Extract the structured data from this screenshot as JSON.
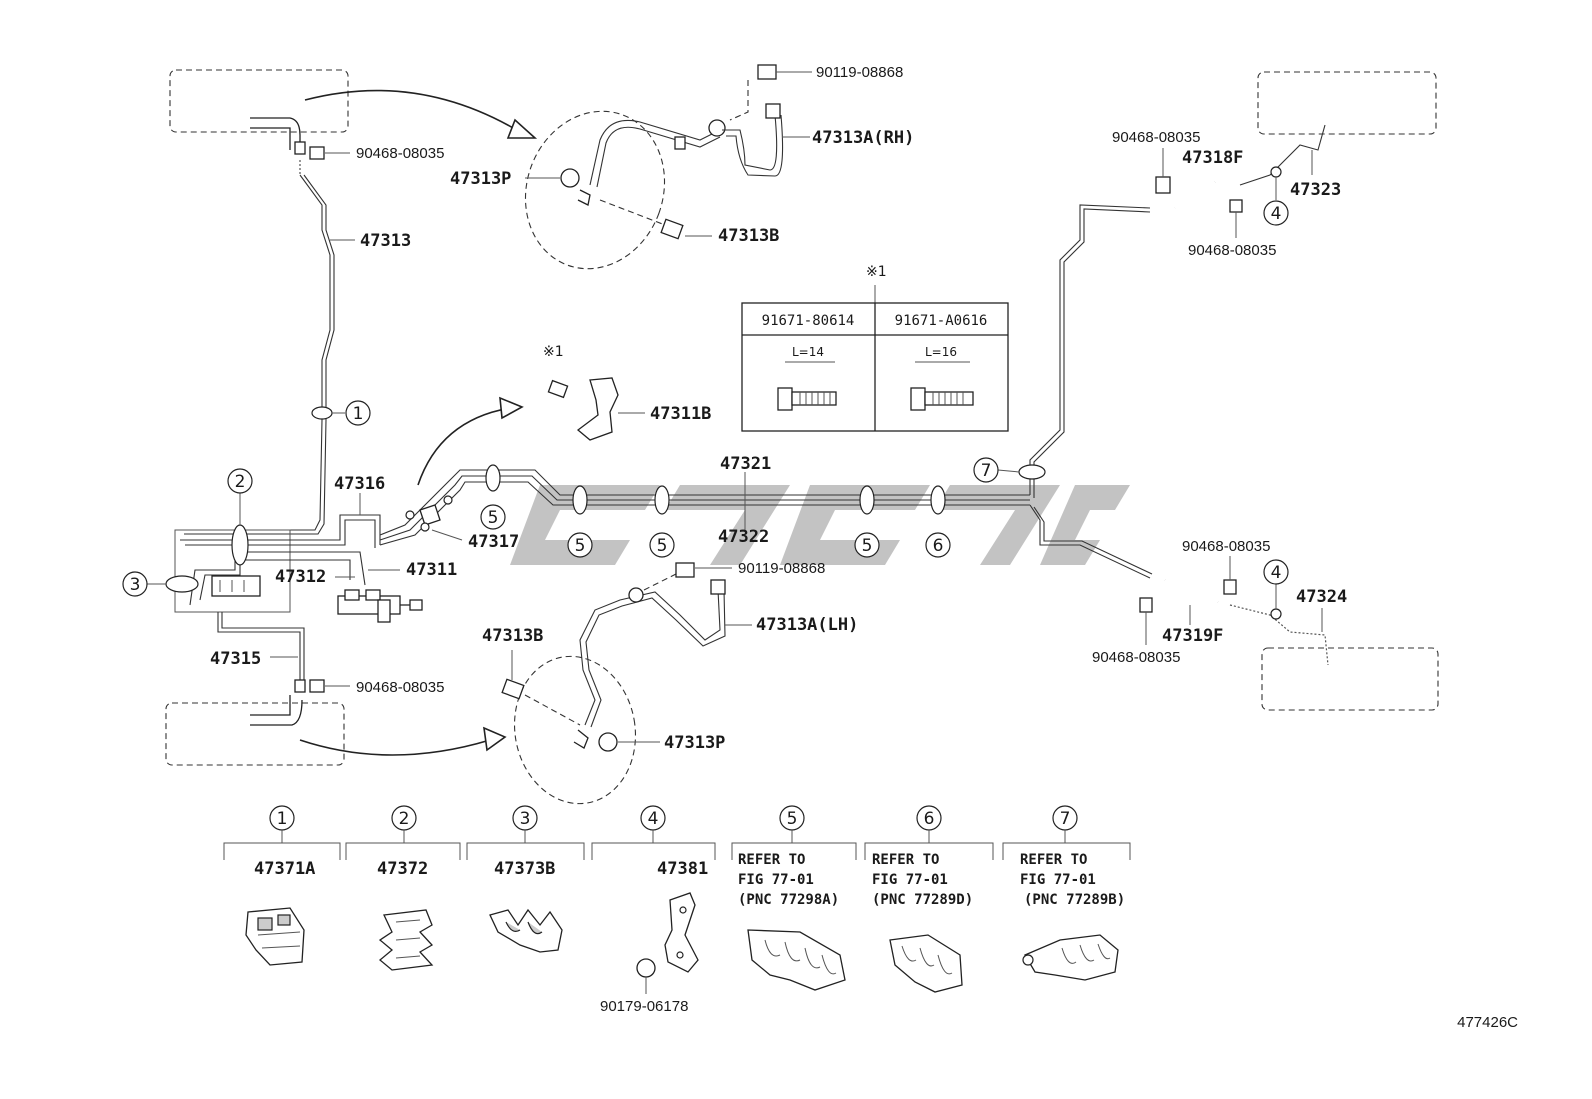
{
  "figure_code": "477426C",
  "callouts": {
    "c1": "1",
    "c2": "2",
    "c3": "3",
    "c4a": "4",
    "c4b": "4",
    "c5a": "5",
    "c5b": "5",
    "c5c": "5",
    "c5d": "5",
    "c6": "6",
    "c7": "7"
  },
  "parts": {
    "p90119_top": "90119-08868",
    "p47313A_RH": "47313A(RH)",
    "p90468_tl": "90468-08035",
    "p47313P_top": "47313P",
    "p47313B_top": "47313B",
    "p47313": "47313",
    "p90468_tr1": "90468-08035",
    "p47318F": "47318F",
    "p47323": "47323",
    "p90468_tr2": "90468-08035",
    "p47311B": "47311B",
    "p47316": "47316",
    "p47321": "47321",
    "p47317": "47317",
    "p47322": "47322",
    "p47312": "47312",
    "p47311": "47311",
    "p90119_mid": "90119-08868",
    "p90468_r1": "90468-08035",
    "p47313B_bot": "47313B",
    "p47313A_LH": "47313A(LH)",
    "p47315": "47315",
    "p90468_bl": "90468-08035",
    "p47324": "47324",
    "p47319F": "47319F",
    "p90468_r2": "90468-08035",
    "p47313P_bot": "47313P"
  },
  "star_note": "※1",
  "bolt_table": {
    "star": "※1",
    "columns": [
      {
        "part": "91671-80614",
        "length": "L=14"
      },
      {
        "part": "91671-A0616",
        "length": "L=16"
      }
    ]
  },
  "legend": [
    {
      "num": "1",
      "part": "47371A"
    },
    {
      "num": "2",
      "part": "47372"
    },
    {
      "num": "3",
      "part": "47373B"
    },
    {
      "num": "4",
      "part": "47381",
      "sub": "90179-06178"
    },
    {
      "num": "5",
      "ref1": "REFER TO",
      "ref2": "FIG 77-01",
      "ref3": "(PNC 77298A)"
    },
    {
      "num": "6",
      "ref1": "REFER TO",
      "ref2": "FIG 77-01",
      "ref3": "(PNC 77289D)"
    },
    {
      "num": "7",
      "ref1": "REFER TO",
      "ref2": "FIG 77-01",
      "ref3": "(PNC 77289B)"
    }
  ],
  "colors": {
    "line": "#222222",
    "watermark": "#b9b9b9"
  }
}
